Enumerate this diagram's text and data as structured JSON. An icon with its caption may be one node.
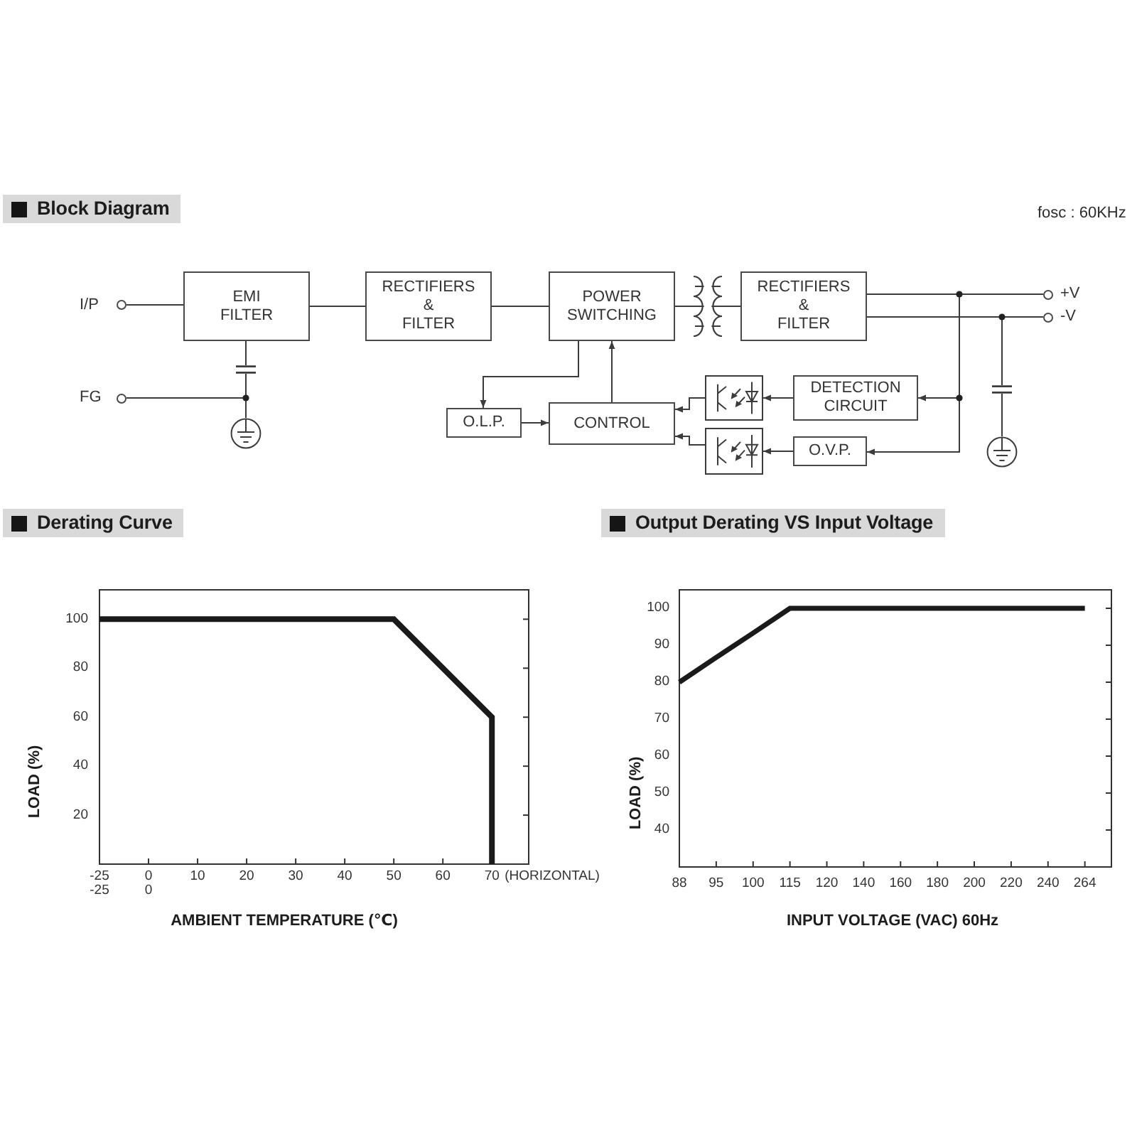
{
  "diagram": {
    "title": "Block Diagram",
    "nodes": [
      {
        "text": [],
        "shape": "circle",
        "beside": [
          "I/P"
        ]
      },
      {
        "text": [
          "EMI FILTER"
        ]
      },
      {
        "text": [
          "RECTIFIERS & FILTER"
        ]
      },
      {
        "text": [
          "POWER SWITCHING"
        ]
      },
      {
        "text": [],
        "shape": "transformer"
      },
      {
        "text": [
          "RECTIFIERS & FILTER"
        ]
      },
      {
        "text": [],
        "shape": "circle",
        "beside": [
          "+V"
        ]
      },
      {
        "text": [],
        "shape": "circle",
        "beside": [
          "-V"
        ]
      },
      {
        "text": [],
        "shape": "circle",
        "beside": [
          "FG"
        ]
      },
      {
        "text": [],
        "shape": "capacitor"
      },
      {
        "text": [],
        "shape": "ground"
      },
      {
        "text": [
          "O.L.P."
        ]
      },
      {
        "text": [
          "CONTROL"
        ]
      },
      {
        "text": [],
        "shape": "optocoupler"
      },
      {
        "text": [
          "DETECTION CIRCUIT"
        ]
      },
      {
        "text": [],
        "shape": "optocoupler"
      },
      {
        "text": [
          "O.V.P."
        ]
      },
      {
        "text": [],
        "shape": "capacitor"
      },
      {
        "text": [],
        "shape": "ground"
      }
    ],
    "edges": [
      {
        "from": 0,
        "to": 1,
        "arrow": "none"
      },
      {
        "from": 1,
        "to": 2,
        "arrow": "none"
      },
      {
        "from": 2,
        "to": 3,
        "arrow": "none"
      },
      {
        "from": 3,
        "to": 4,
        "arrow": "none"
      },
      {
        "from": 4,
        "to": 5,
        "arrow": "none"
      },
      {
        "from": 5,
        "to": 6,
        "arrow": "none"
      },
      {
        "from": 5,
        "to": 7,
        "arrow": "none"
      },
      {
        "from": 1,
        "to": 9,
        "arrow": "none"
      },
      {
        "from": 9,
        "to": 10,
        "arrow": "none"
      },
      {
        "from": 8,
        "to": 10,
        "arrow": "none"
      },
      {
        "from": 3,
        "to": 11,
        "arrow": "to"
      },
      {
        "from": 11,
        "to": 12,
        "arrow": "to"
      },
      {
        "from": 12,
        "to": 3,
        "arrow": "to"
      },
      {
        "from": 14,
        "to": 13,
        "arrow": "to"
      },
      {
        "from": 13,
        "to": 12,
        "arrow": "to"
      },
      {
        "from": 16,
        "to": 15,
        "arrow": "to"
      },
      {
        "from": 15,
        "to": 12,
        "arrow": "to"
      },
      {
        "from": 5,
        "to": 14,
        "arrow": "to"
      },
      {
        "from": 5,
        "to": 16,
        "arrow": "to"
      },
      {
        "from": 5,
        "to": 17,
        "arrow": "none"
      },
      {
        "from": 17,
        "to": 18,
        "arrow": "none"
      }
    ],
    "labels": [
      "fosc : 60KHz"
    ],
    "chart_data": [
      {
        "type": "line",
        "title": "Derating Curve",
        "xlabel": "AMBIENT TEMPERATURE (℃)",
        "ylabel": "LOAD (%)",
        "x": [
          -10,
          50,
          70,
          70
        ],
        "series": [
          {
            "color": "#1a1a1a",
            "values": [
              100,
              100,
              60,
              0
            ]
          }
        ],
        "xlim": [
          -10,
          77.5
        ],
        "ylim": [
          0,
          112
        ],
        "xticks": [
          {
            "value": -10,
            "label": "-25 -25"
          },
          {
            "value": 0,
            "label": "0 0"
          },
          10,
          20,
          30,
          40,
          50,
          60,
          70
        ],
        "yticks": [
          20,
          40,
          60,
          80,
          100
        ],
        "annotations": [
          {
            "x": 70,
            "y": 0,
            "text": "(HORIZONTAL)"
          }
        ]
      },
      {
        "type": "line",
        "title": "Output Derating VS Input Voltage",
        "xlabel": "INPUT VOLTAGE (VAC) 60Hz",
        "ylabel": "LOAD (%)",
        "categories": [
          "88",
          "95",
          "100",
          "115",
          "120",
          "140",
          "160",
          "180",
          "200",
          "220",
          "240",
          "264"
        ],
        "series": [
          {
            "color": "#1a1a1a",
            "values": [
              80,
              86.7,
              93.3,
              100,
              100,
              100,
              100,
              100,
              100,
              100,
              100,
              100
            ]
          }
        ],
        "ylim": [
          30,
          105
        ],
        "yticks": [
          40,
          50,
          60,
          70,
          80,
          90,
          100
        ]
      }
    ]
  }
}
